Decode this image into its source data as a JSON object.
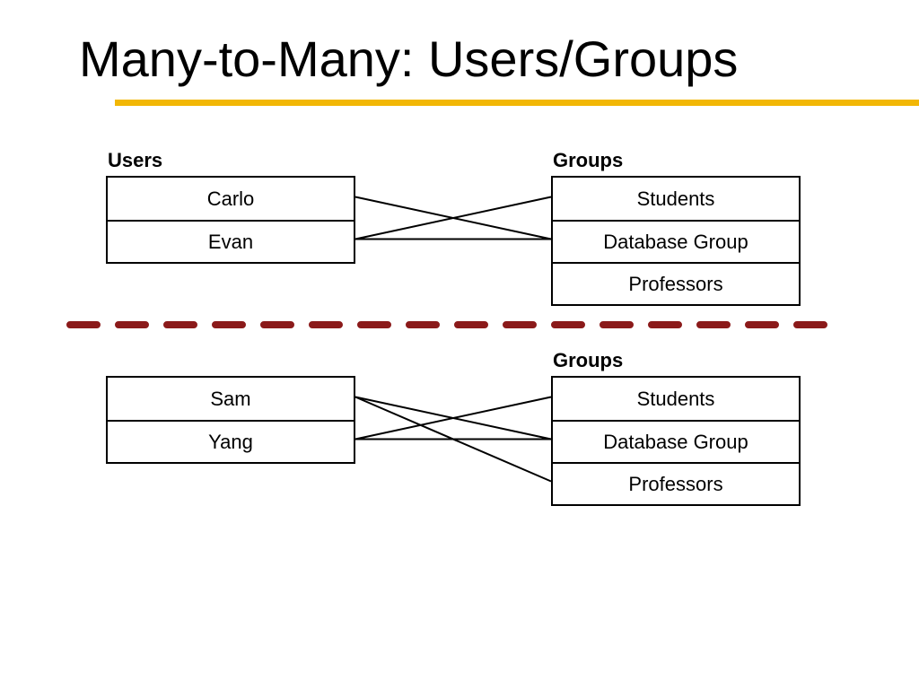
{
  "title": "Many-to-Many: Users/Groups",
  "colors": {
    "title_rule": "#f2b705",
    "separator": "#8b1a1a"
  },
  "top_section": {
    "users_heading": "Users",
    "groups_heading": "Groups",
    "users": [
      "Carlo",
      "Evan"
    ],
    "groups": [
      "Students",
      "Database Group",
      "Professors"
    ],
    "links": [
      {
        "user": "Carlo",
        "group": "Database Group"
      },
      {
        "user": "Evan",
        "group": "Students"
      },
      {
        "user": "Evan",
        "group": "Database Group"
      }
    ]
  },
  "bottom_section": {
    "groups_heading": "Groups",
    "users": [
      "Sam",
      "Yang"
    ],
    "groups": [
      "Students",
      "Database Group",
      "Professors"
    ],
    "links": [
      {
        "user": "Sam",
        "group": "Database Group"
      },
      {
        "user": "Sam",
        "group": "Professors"
      },
      {
        "user": "Yang",
        "group": "Students"
      },
      {
        "user": "Yang",
        "group": "Database Group"
      }
    ]
  }
}
